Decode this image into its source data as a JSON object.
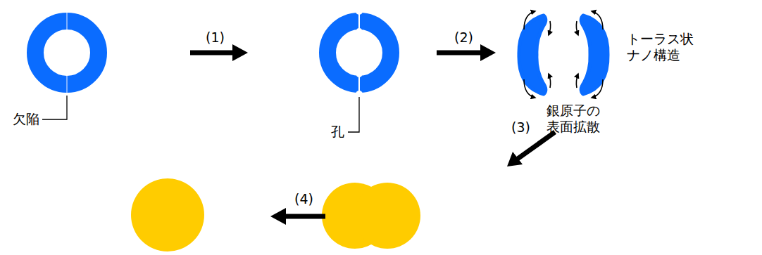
{
  "diagram": {
    "labels": [
      "(1)",
      "(2)",
      "トーラス状 ナノ構造",
      "欠陥",
      "孔",
      "銀原子の 表面拡散",
      "(3)",
      "(4)"
    ]
  }
}
